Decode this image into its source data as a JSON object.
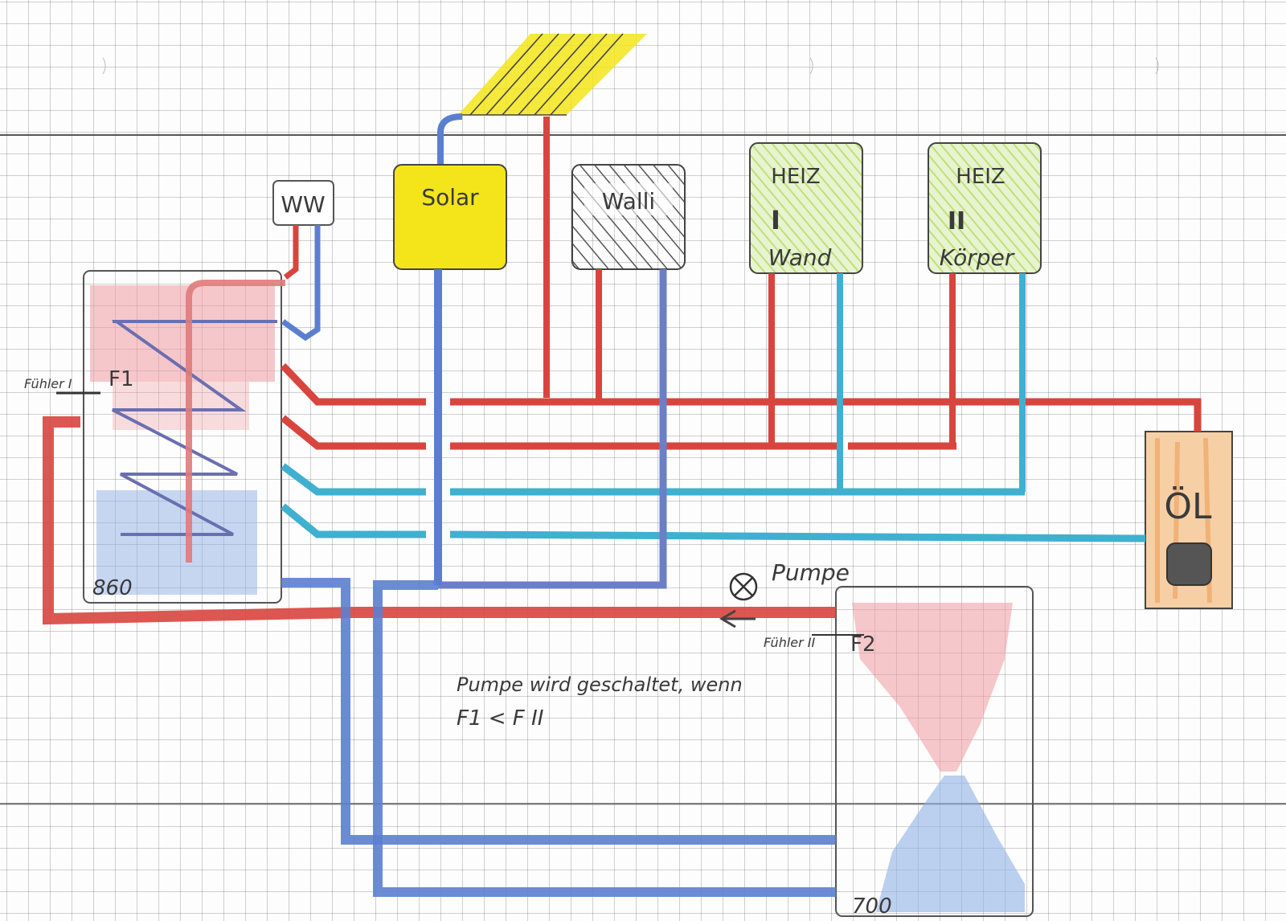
{
  "diagram": {
    "title": "Heizungsanlage (hand drawing)",
    "colors": {
      "hot": "#d8453e",
      "hot_light": "#ef9aa0",
      "cold_blue": "#5b7fd0",
      "cold_cyan": "#3fb0d0",
      "solar": "#f3e51a",
      "heiz": "#cfe69a",
      "oel": "#f0b47a",
      "ink": "#3a3a3a"
    },
    "components": {
      "ww": {
        "label": "WW"
      },
      "solar": {
        "label": "Solar"
      },
      "walli": {
        "label": "Walli"
      },
      "heiz1": {
        "line1": "HEIZ",
        "line2": "I",
        "line3": "Wand"
      },
      "heiz2": {
        "line1": "HEIZ",
        "line2": "II",
        "line3": "Körper"
      },
      "oel": {
        "label": "ÖL"
      },
      "tank1": {
        "volume": "860"
      },
      "tank2": {
        "volume": "700"
      }
    },
    "sensors": {
      "f1": {
        "label": "Fühler I",
        "id": "F1"
      },
      "f2": {
        "label": "Fühler II",
        "id": "F2"
      }
    },
    "pump": {
      "label": "Pumpe"
    },
    "note": {
      "line1": "Pumpe wird geschaltet, wenn",
      "line2": "F1  <  F II"
    }
  }
}
